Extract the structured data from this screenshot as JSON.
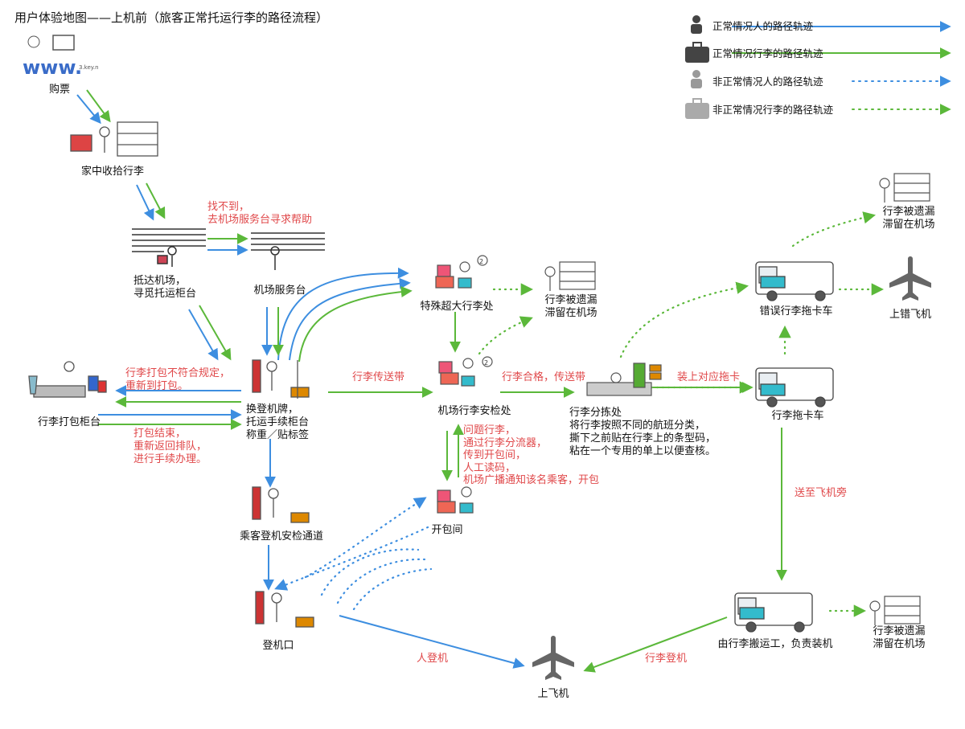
{
  "title": "用户体验地图——上机前（旅客正常托运行李的路径流程）",
  "legend": [
    {
      "label": "正常情况人的路径轨迹",
      "color": "#3d8ee0",
      "style": "solid",
      "icon": "person-icon"
    },
    {
      "label": "正常情况行李的路径轨迹",
      "color": "#5bb83a",
      "style": "solid",
      "icon": "suitcase-icon"
    },
    {
      "label": "非正常情况人的路径轨迹",
      "color": "#3d8ee0",
      "style": "dotted",
      "icon": "person-icon"
    },
    {
      "label": "非正常情况行李的路径轨迹",
      "color": "#5bb83a",
      "style": "dotted",
      "icon": "suitcase-icon"
    }
  ],
  "nodes": {
    "buy_ticket": "购票",
    "pack_home": "家中收拾行李",
    "arrive_airport": "抵达机场，\n寻觅托运柜台",
    "service_desk": "机场服务台",
    "pack_counter": "行李打包柜台",
    "checkin_counter": "换登机牌，\n托运手续柜台\n称重／贴标签",
    "security_channel": "乘客登机安检通道",
    "gate": "登机口",
    "oversize": "特殊超大行李处",
    "left_behind_1": "行李被遗漏\n滞留在机场",
    "baggage_security": "机场行李安检处",
    "open_room": "开包间",
    "sorting_title": "行李分拣处",
    "sorting_desc": "将行李按照不同的航班分类，\n撕下之前贴在行李上的条型码，\n粘在一个专用的单上以便查核。",
    "tow_truck": "行李拖卡车",
    "wrong_truck": "错误行李拖卡车",
    "left_behind_2": "行李被遗漏\n滞留在机场",
    "wrong_plane": "上错飞机",
    "loader": "由行李搬运工，负责装机",
    "left_behind_3": "行李被遗漏\n滞留在机场",
    "board_plane": "上飞机"
  },
  "annotations": {
    "not_found": "找不到，\n去机场服务台寻求帮助",
    "pack_invalid": "行李打包不符合规定，\n重新到打包。",
    "pack_done": "打包结束，\n重新返回排队，\n进行手续办理。",
    "conveyor": "行李传送带",
    "qualified": "行李合格，传送带",
    "load_truck": "装上对应拖卡",
    "to_plane": "送至飞机旁",
    "problem": "问题行李，\n通过行李分流器，\n传到开包间，\n人工读码，\n机场广播通知该名乘客，开包",
    "person_board": "人登机",
    "baggage_board": "行李登机"
  },
  "colors": {
    "person": "#3d8ee0",
    "baggage": "#5bb83a",
    "annotation": "#e0484a"
  }
}
